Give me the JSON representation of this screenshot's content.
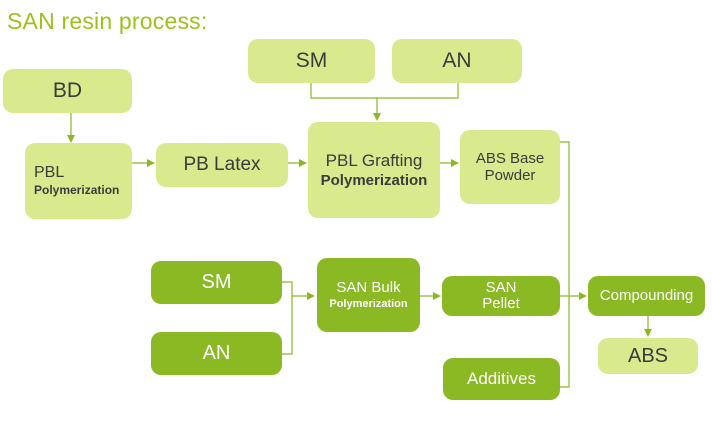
{
  "title": "SAN resin process:",
  "nodes": {
    "bd": {
      "label": "BD"
    },
    "pbl_polymerization": {
      "line1": "PBL",
      "line2": "Polymerization"
    },
    "pb_latex": {
      "label": "PB Latex"
    },
    "sm_top": {
      "label": "SM"
    },
    "an_top": {
      "label": "AN"
    },
    "pbl_grafting": {
      "line1": "PBL Grafting",
      "line2": "Polymerization"
    },
    "abs_base_powder": {
      "line1": "ABS Base",
      "line2": "Powder"
    },
    "sm_bottom": {
      "label": "SM"
    },
    "an_bottom": {
      "label": "AN"
    },
    "san_bulk": {
      "line1": "SAN Bulk",
      "line2": "Polymerization"
    },
    "san_pellet": {
      "line1": "SAN",
      "line2": "Pellet"
    },
    "additives": {
      "label": "Additives"
    },
    "compounding": {
      "label": "Compounding"
    },
    "abs": {
      "label": "ABS"
    }
  },
  "colors": {
    "title": "#9cc21c",
    "light_box": "#d9e98e",
    "dark_box": "#8ab924",
    "connector": "#8ab924"
  }
}
